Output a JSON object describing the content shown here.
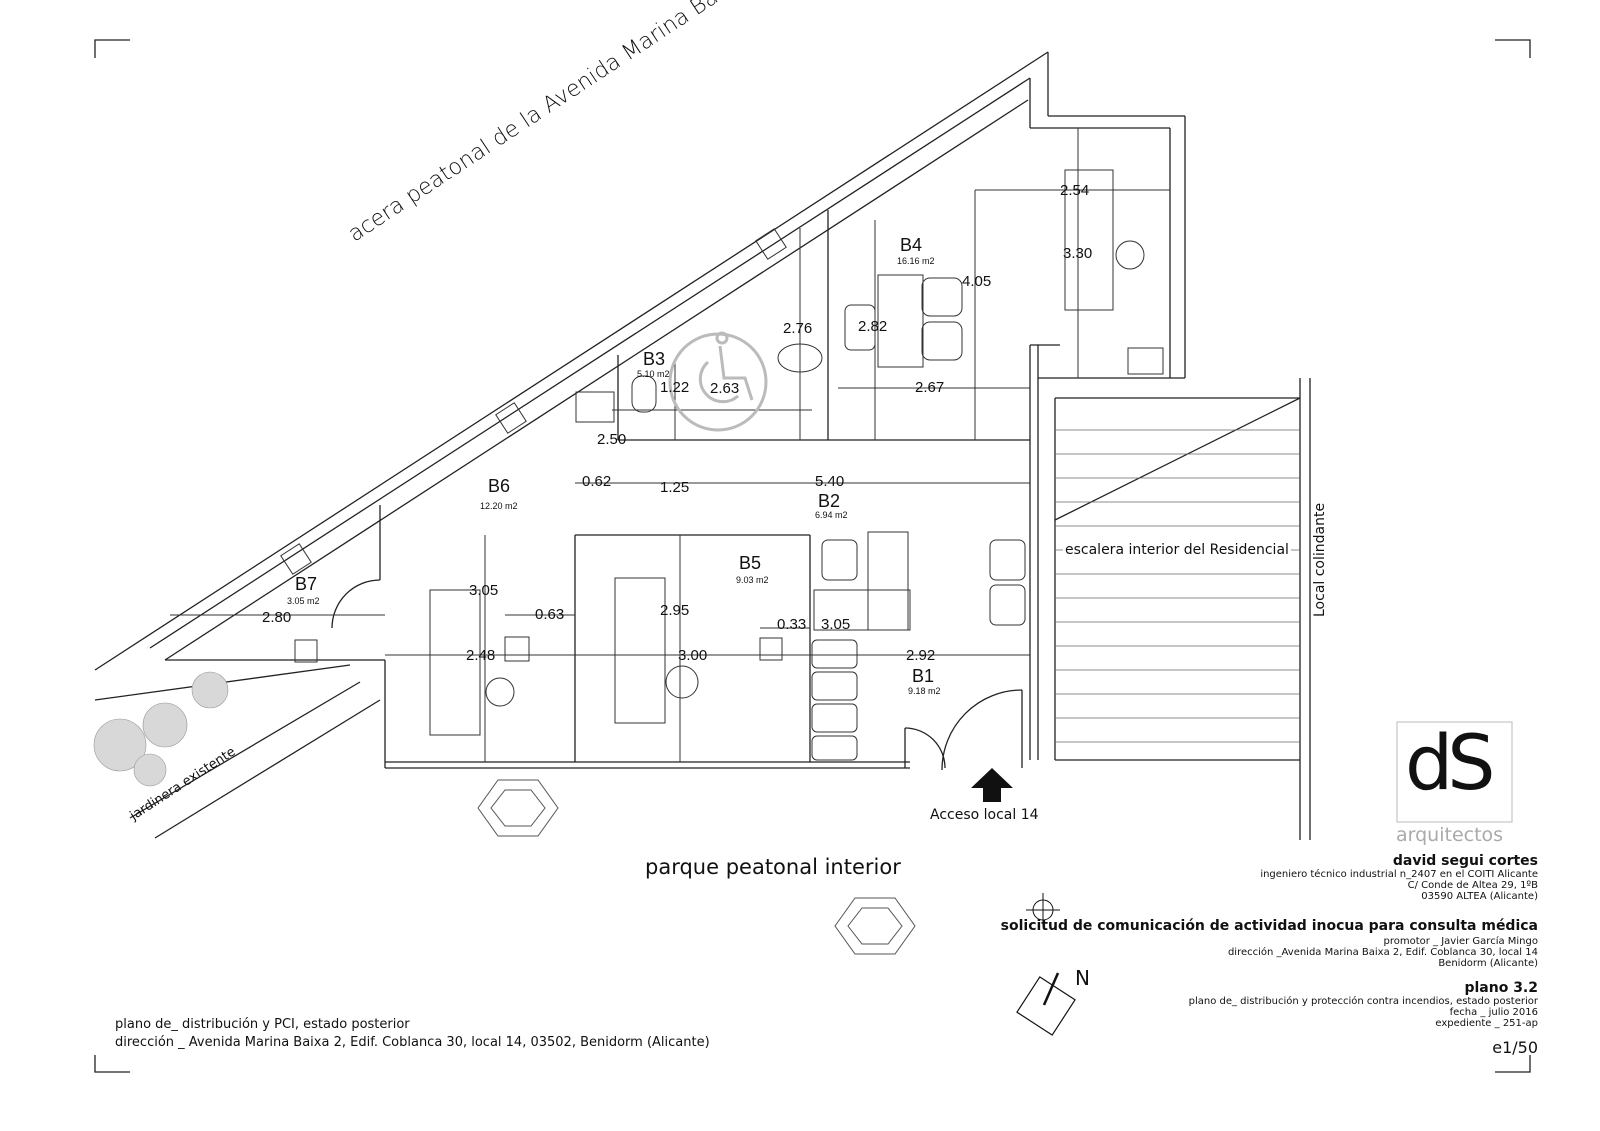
{
  "street_labels": {
    "avenue": "acera peatonal de la Avenida Marina Baixa",
    "park": "parque peatonal interior",
    "planter": "jardinera existente",
    "neighbor": "Local colindante",
    "stairs": "escalera interior del Residencial",
    "access": "Acceso local 14",
    "north": "N"
  },
  "rooms": [
    {
      "id": "B1",
      "name": "B1",
      "area": "9.18 m2"
    },
    {
      "id": "B2",
      "name": "B2",
      "area": "6.94 m2"
    },
    {
      "id": "B3",
      "name": "B3",
      "area": "5.10 m2"
    },
    {
      "id": "B4",
      "name": "B4",
      "area": "16.16 m2"
    },
    {
      "id": "B5",
      "name": "B5",
      "area": "9.03 m2"
    },
    {
      "id": "B6",
      "name": "B6",
      "area": "12.20 m2"
    },
    {
      "id": "B7",
      "name": "B7",
      "area": "3.05 m2"
    }
  ],
  "dimensions": [
    "2.54",
    "3.30",
    "4.05",
    "2.76",
    "2.82",
    "1.22",
    "2.63",
    "2.67",
    "2.50",
    "0.62",
    "1.25",
    "5.40",
    "3.05",
    "0.63",
    "2.95",
    "0.33",
    "3.05",
    "2.80",
    "2.48",
    "3.00",
    "2.92"
  ],
  "logo": {
    "letters": "dS",
    "text": "arquitectos"
  },
  "title_block": {
    "author": "david segui cortes",
    "author_line1": "ingeniero técnico industrial n_2407 en el COITI Alicante",
    "author_line2": "C/ Conde de Altea  29, 1ºB",
    "author_line3": "03590 ALTEA (Alicante)",
    "project": "solicitud de comunicación de  actividad inocua para consulta médica",
    "promoter": "promotor _ Javier García Mingo",
    "address": "dirección _Avenida Marina Baixa 2, Edif. Coblanca 30, local 14",
    "city": "Benidorm (Alicante)",
    "plan": "plano 3.2",
    "plan_desc": "plano de_ distribución y protección contra incendios, estado posterior",
    "date": "fecha _ julio 2016",
    "file": "expediente _ 251-ap",
    "scale": "e1/50"
  },
  "bottom_left": {
    "line1": "plano de_ distribución y PCI, estado posterior",
    "line2": "dirección _ Avenida Marina Baixa 2, Edif. Coblanca 30, local 14, 03502, Benidorm (Alicante)"
  }
}
